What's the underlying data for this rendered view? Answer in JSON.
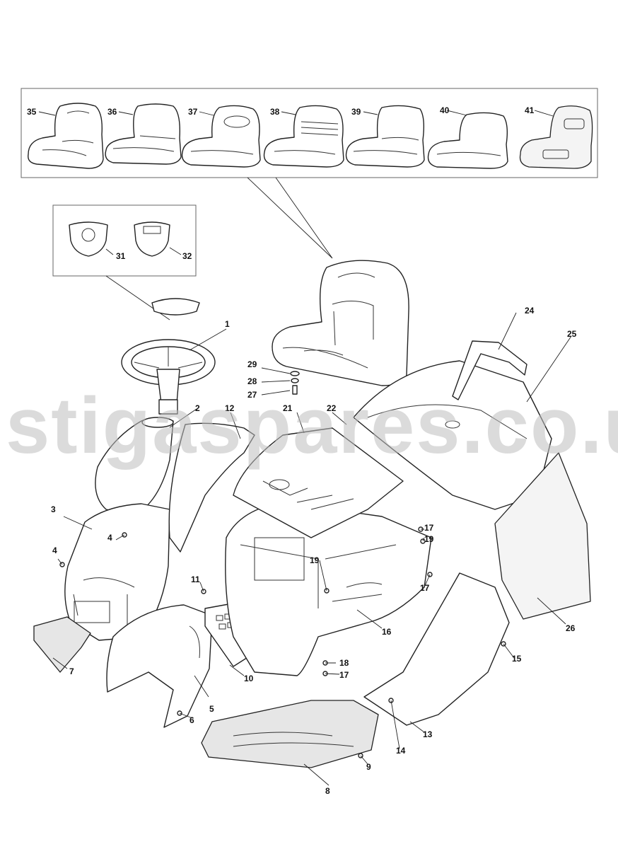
{
  "watermark": "stigaspares.co.uk",
  "callouts": {
    "c1": "1",
    "c2": "2",
    "c3": "3",
    "c4a": "4",
    "c4b": "4",
    "c5": "5",
    "c6": "6",
    "c7": "7",
    "c8": "8",
    "c9": "9",
    "c10": "10",
    "c11": "11",
    "c12": "12",
    "c13": "13",
    "c14": "14",
    "c15": "15",
    "c16": "16",
    "c17a": "17",
    "c17b": "17",
    "c17c": "17",
    "c18": "18",
    "c19a": "19",
    "c19b": "19",
    "c21": "21",
    "c22": "22",
    "c24": "24",
    "c25": "25",
    "c26": "26",
    "c27": "27",
    "c28": "28",
    "c29": "29",
    "c31": "31",
    "c32": "32",
    "c35": "35",
    "c36": "36",
    "c37": "37",
    "c38": "38",
    "c39": "39",
    "c40": "40",
    "c41": "41"
  }
}
